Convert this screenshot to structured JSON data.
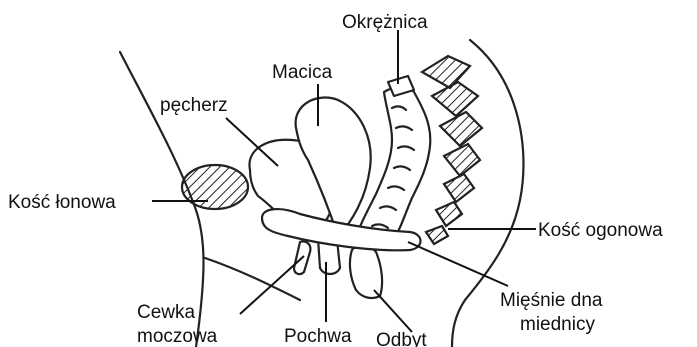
{
  "labels": {
    "okreznica": "Okrężnica",
    "macica": "Macica",
    "pecherz": "pęcherz",
    "kosc_lonowa": "Kość łonowa",
    "kosc_ogonowa": "Kość ogonowa",
    "miesnie_line1": "Mięśnie dna",
    "miesnie_line2": "miednicy",
    "cewka_line1": "Cewka",
    "cewka_line2": "moczowa",
    "pochwa": "Pochwa",
    "odbyt": "Odbyt"
  }
}
